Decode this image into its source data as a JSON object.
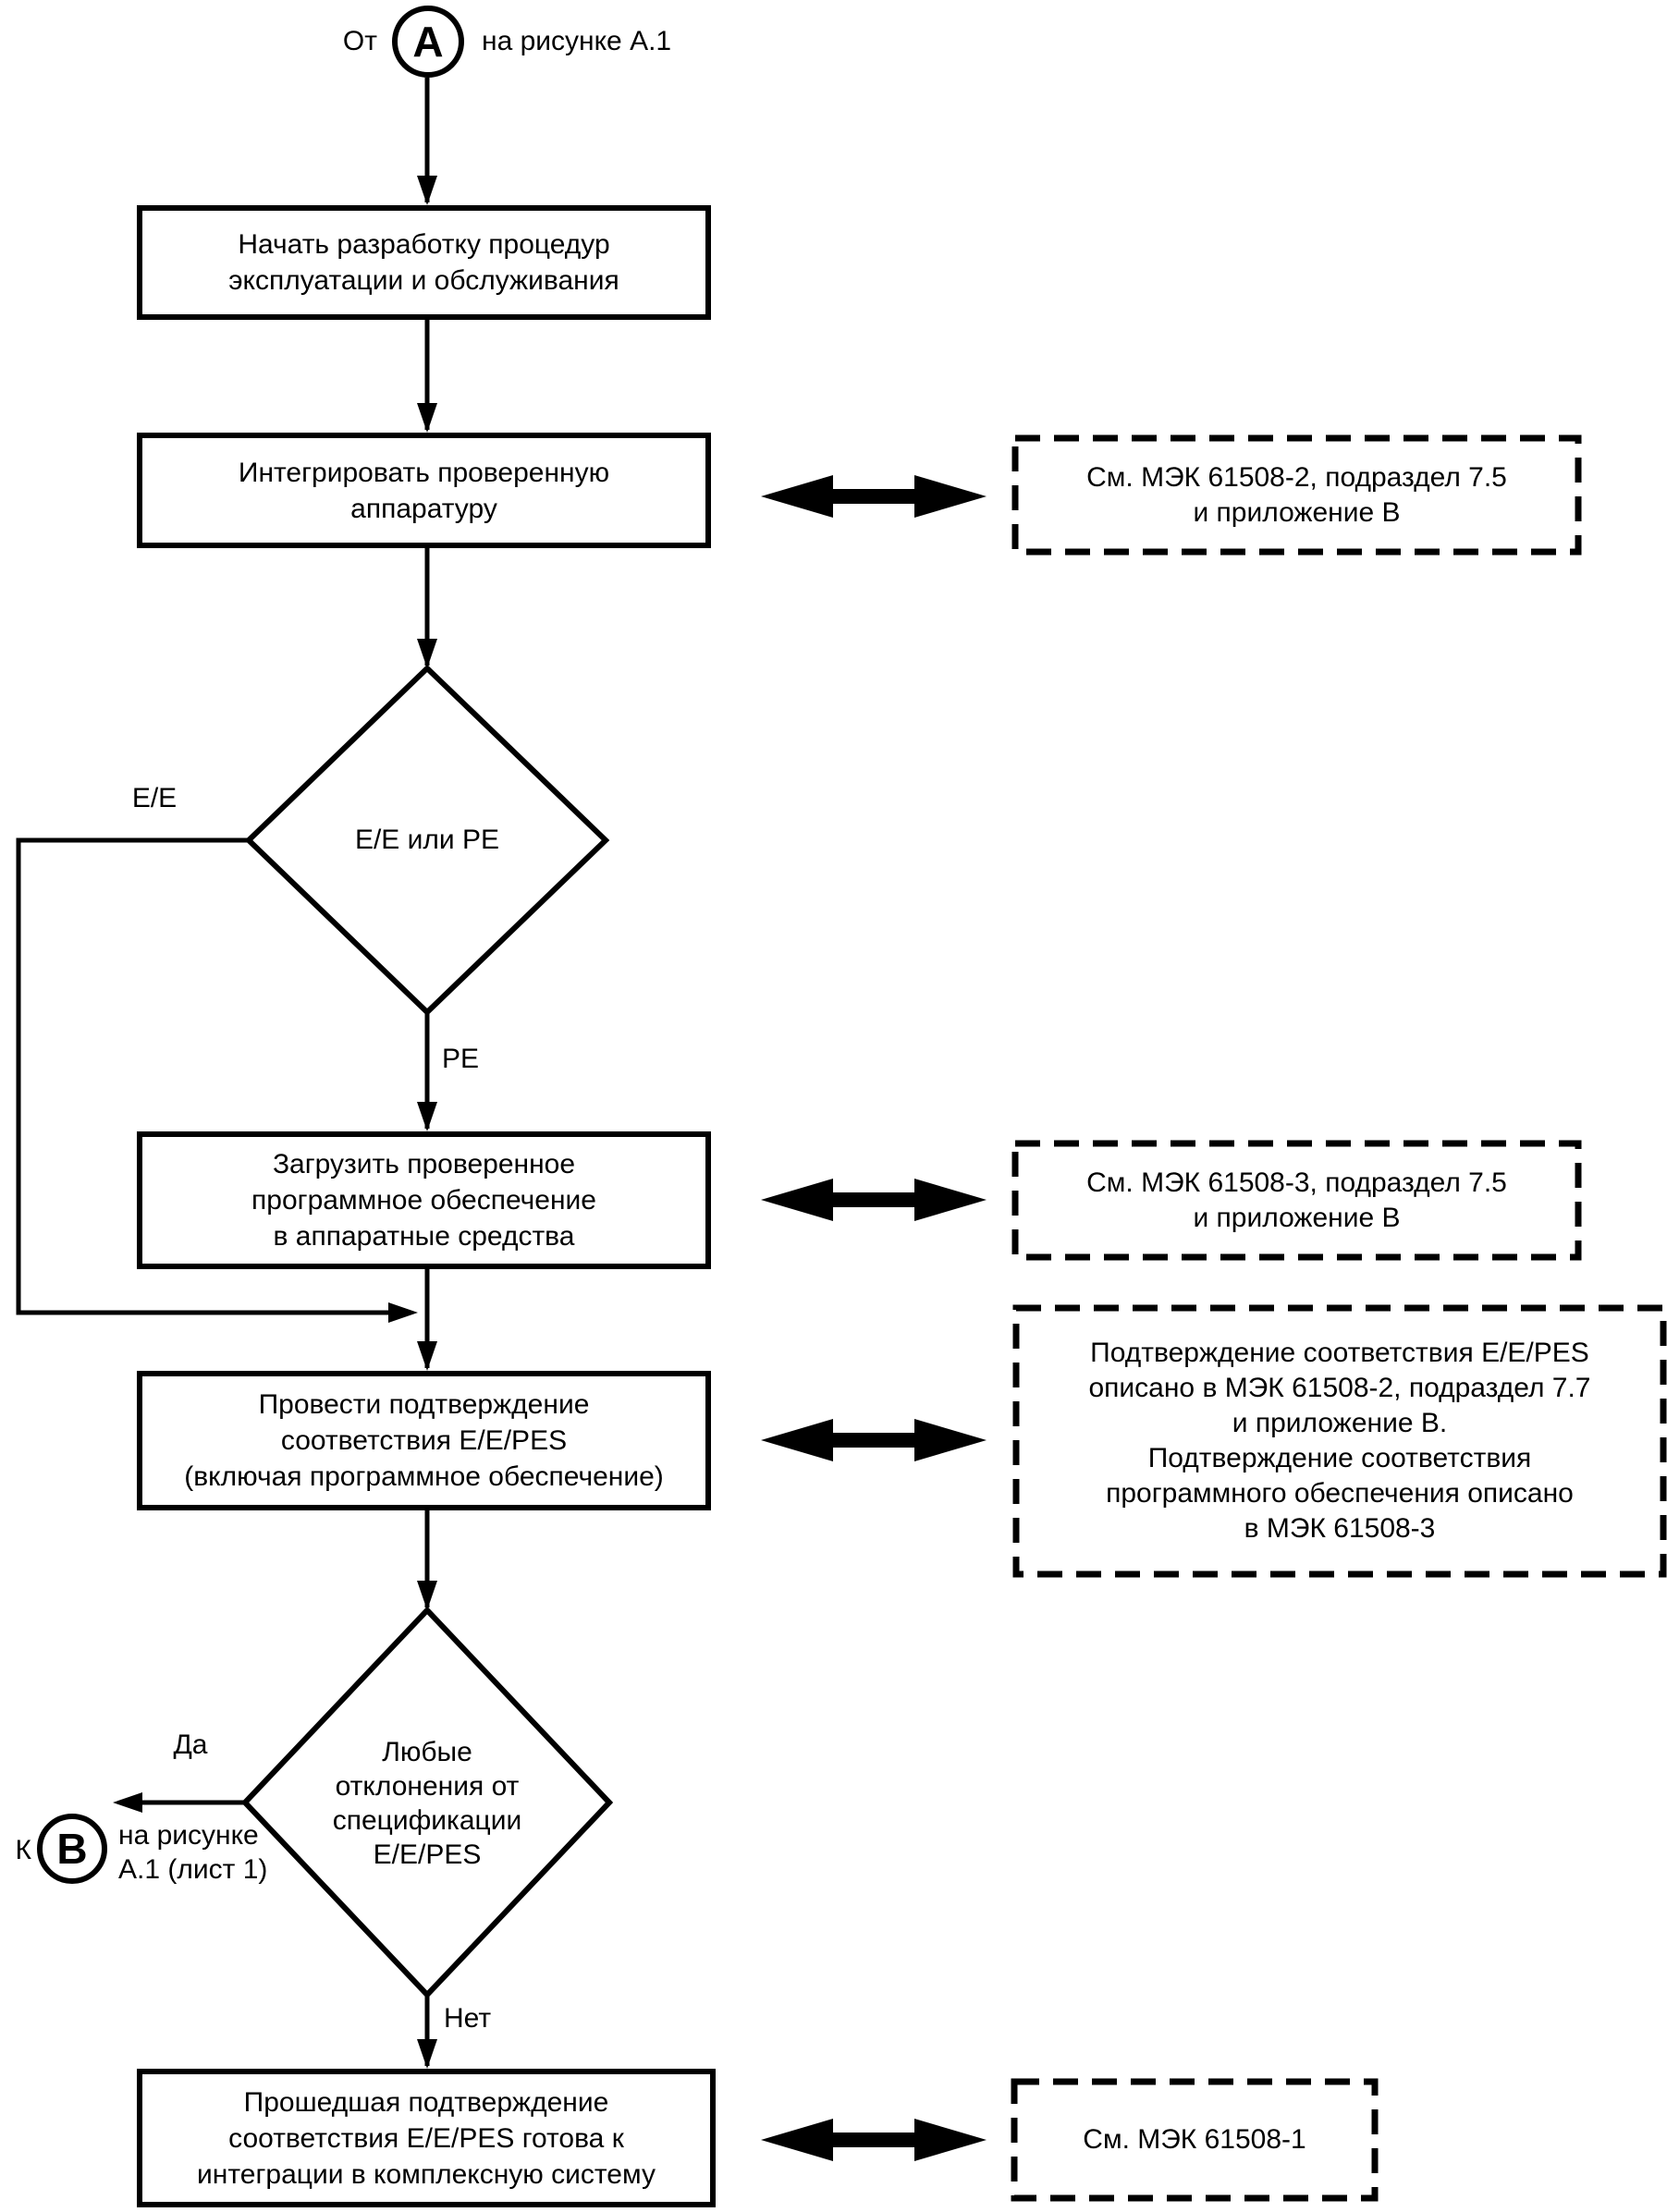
{
  "colors": {
    "ink": "#000000",
    "paper": "#ffffff"
  },
  "entry": {
    "from_label": "От",
    "circle_label": "А",
    "ref_label": "на рисунке А.1"
  },
  "process_boxes": [
    {
      "id": "start-ops-dev",
      "text": "Начать разработку процедур\nэксплуатации и обслуживания"
    },
    {
      "id": "integrate-hw",
      "text": "Интегрировать проверенную\nаппаратуру"
    },
    {
      "id": "load-sw",
      "text": "Загрузить проверенное\nпрограммное обеспечение\nв аппаратные средства"
    },
    {
      "id": "validate-eepes",
      "text": "Провести подтверждение\nсоответствия Е/Е/PES\n(включая программное обеспечение)"
    },
    {
      "id": "validated-ready",
      "text": "Прошедшая подтверждение\nсоответствия Е/Е/PES готова к\nинтеграции в комплексную систему"
    }
  ],
  "decisions": [
    {
      "id": "ee-or-pe",
      "text": "Е/Е или РЕ",
      "branch_left": "Е/Е",
      "branch_down": "РЕ"
    },
    {
      "id": "deviations",
      "text": "Любые\nотклонения от\nспецификации\nЕ/Е/PES",
      "branch_left": "Да",
      "branch_down": "Нет"
    }
  ],
  "references": [
    {
      "id": "ref-61508-2",
      "text": "См. МЭК 61508-2, подраздел 7.5\nи приложение В"
    },
    {
      "id": "ref-61508-3",
      "text": "См. МЭК 61508-3, подраздел 7.5\nи приложение В"
    },
    {
      "id": "ref-validation",
      "text": "Подтверждение соответствия Е/Е/PES\nописано в МЭК 61508-2, подраздел 7.7\nи приложение В.\nПодтверждение соответствия\nпрограммного обеспечения описано\nв МЭК 61508-3"
    },
    {
      "id": "ref-61508-1",
      "text": "См. МЭК 61508-1"
    }
  ],
  "exit": {
    "to_label": "К",
    "circle_label": "В",
    "ref_label": "на рисунке\nА.1 (лист 1)"
  }
}
